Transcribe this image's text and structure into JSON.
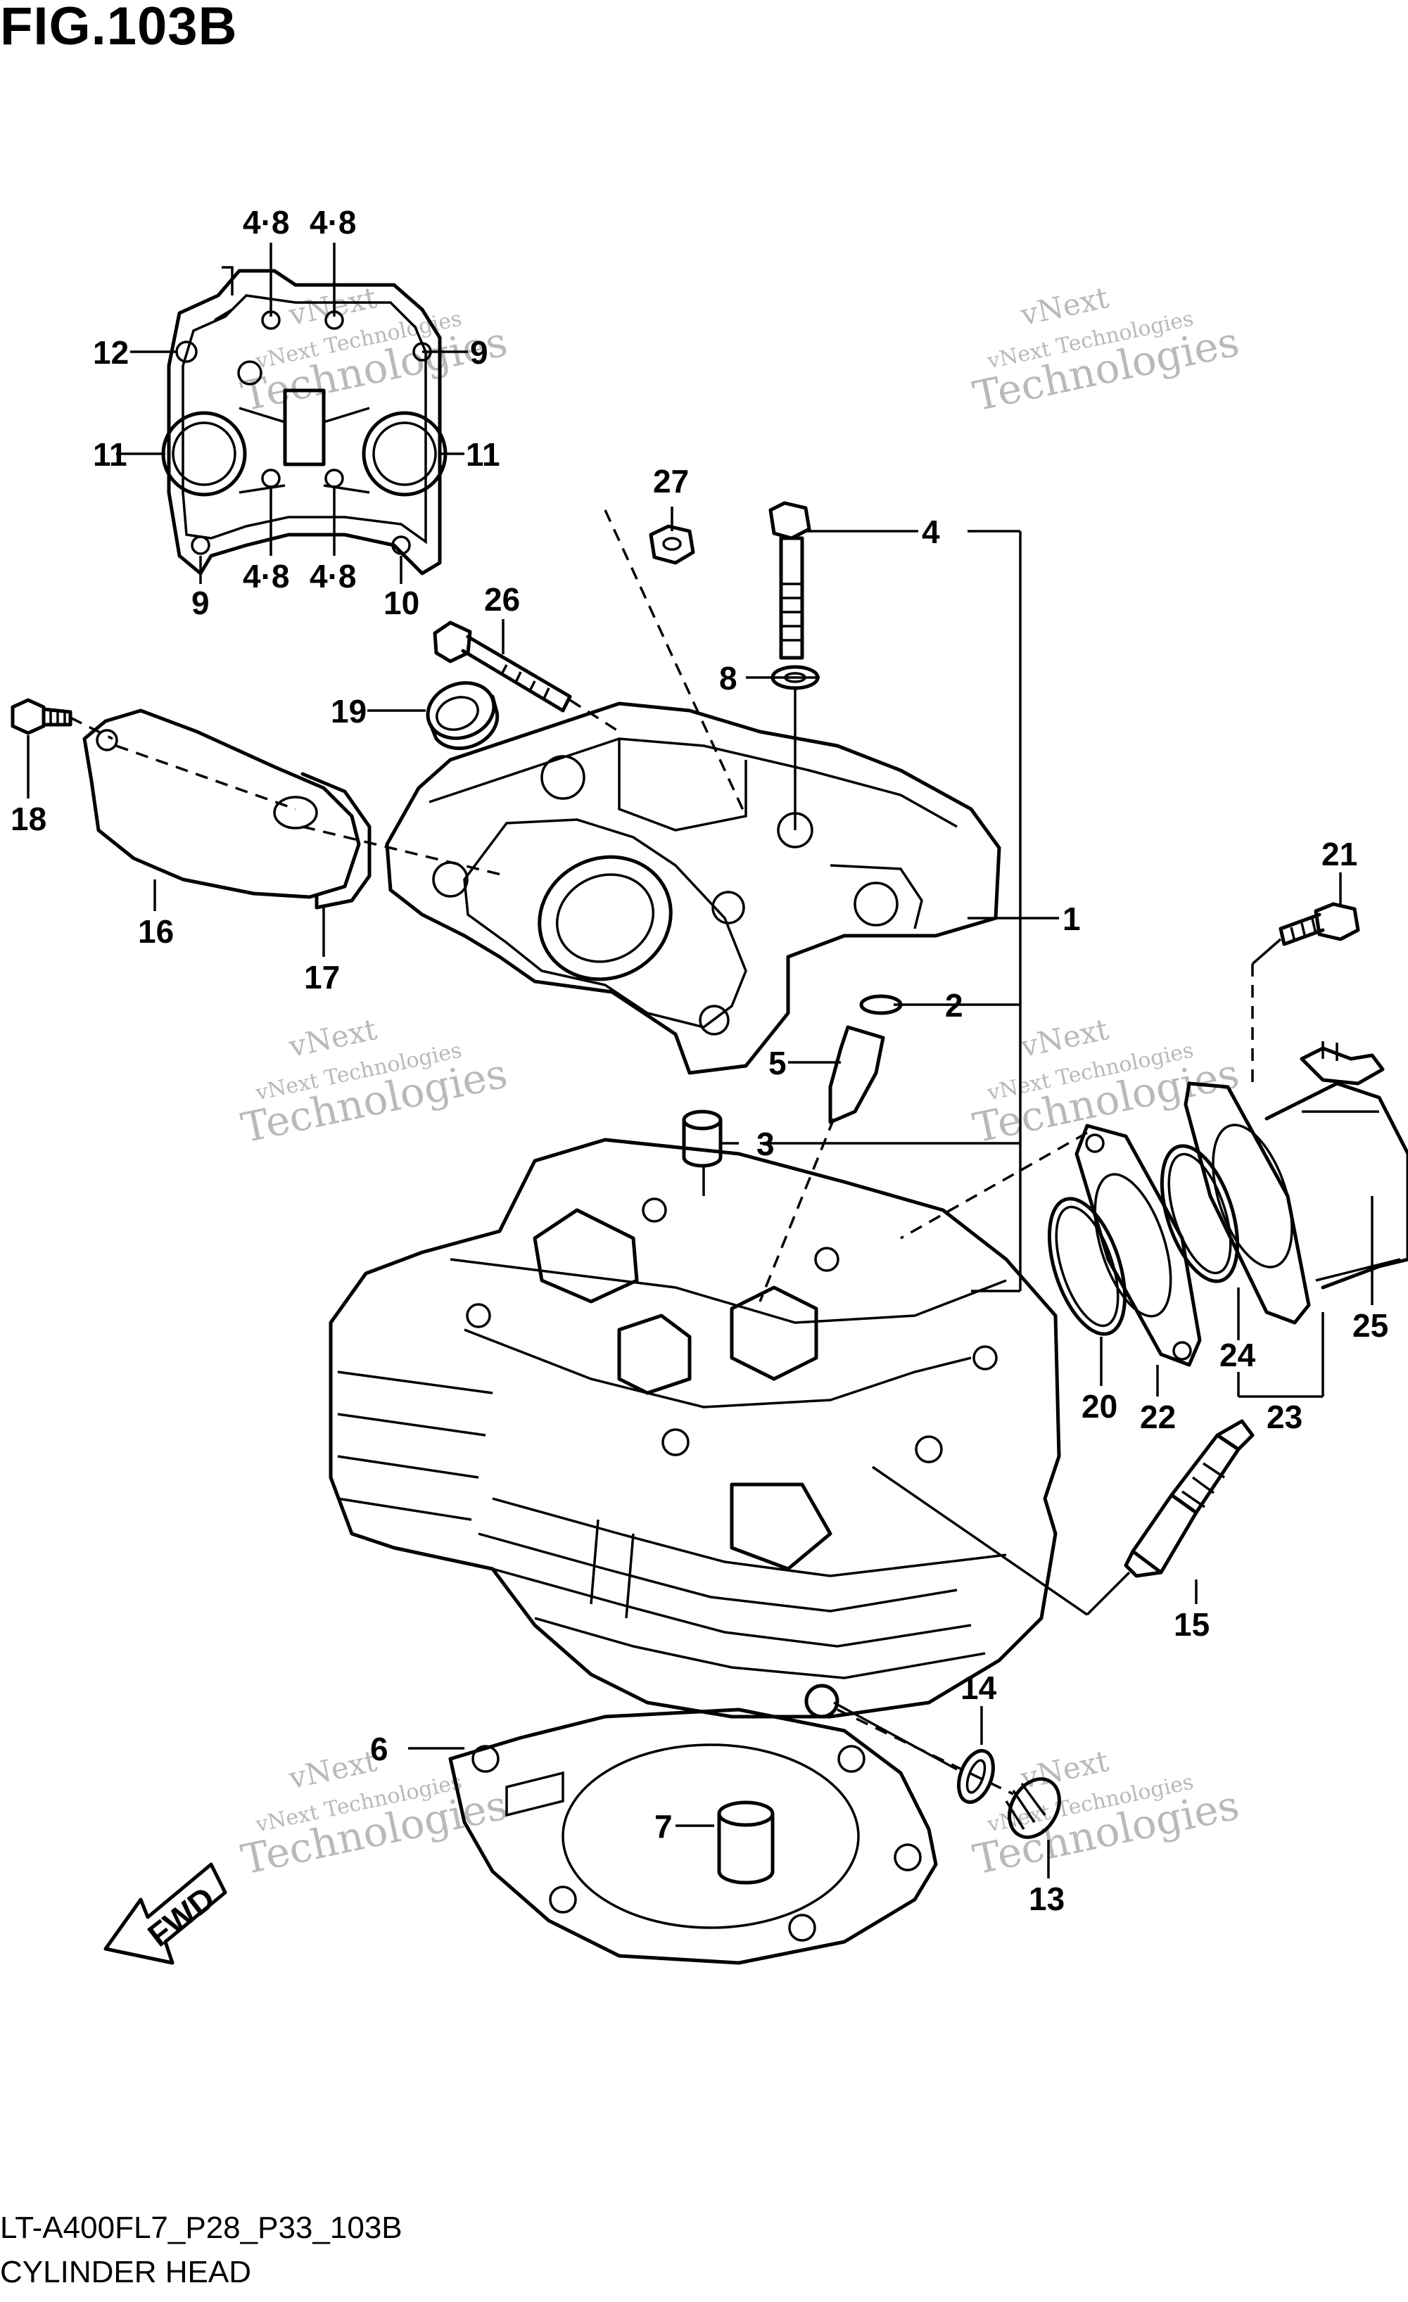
{
  "figure": {
    "title": "FIG.103B",
    "code": "LT-A400FL7_P28_P33_103B",
    "name": "CYLINDER HEAD"
  },
  "callouts": {
    "c1": "1",
    "c2": "2",
    "c3": "3",
    "c4": "4",
    "c5": "5",
    "c6": "6",
    "c7": "7",
    "c8": "8",
    "c9a": "9",
    "c9b": "9",
    "c10": "10",
    "c11a": "11",
    "c11b": "11",
    "c12": "12",
    "c13": "13",
    "c14": "14",
    "c15": "15",
    "c16": "16",
    "c17": "17",
    "c18": "18",
    "c19": "19",
    "c20": "20",
    "c21": "21",
    "c22": "22",
    "c23": "23",
    "c24": "24",
    "c25": "25",
    "c26": "26",
    "c27": "27",
    "c48a": "4·8",
    "c48b": "4·8",
    "c48c": "4·8",
    "c48d": "4·8"
  },
  "watermark": {
    "line1": "vNext",
    "line2": "vNext Technologies",
    "line3": "Technologies"
  },
  "fwd_label": "FWD"
}
